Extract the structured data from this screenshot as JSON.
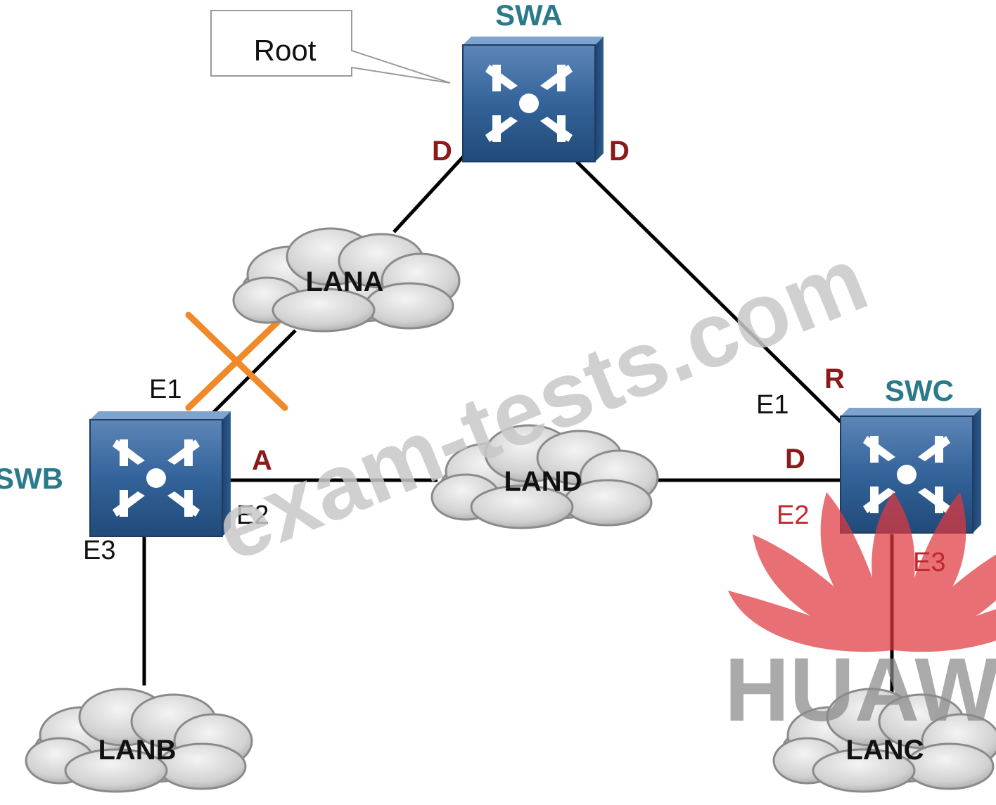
{
  "callout": {
    "text": "Root"
  },
  "switches": {
    "swa": {
      "name": "SWA"
    },
    "swb": {
      "name": "SWB"
    },
    "swc": {
      "name": "SWC"
    }
  },
  "lans": {
    "lana": "LANA",
    "lanb": "LANB",
    "lanc": "LANC",
    "land": "LAND"
  },
  "ports": {
    "swa_left_role": "D",
    "swa_right_role": "D",
    "swb_e1": "E1",
    "swb_e2": "E2",
    "swb_e3": "E3",
    "swb_e2_role": "A",
    "swc_e1": "E1",
    "swc_e1_role": "R",
    "swc_e2": "E2",
    "swc_e2_role": "D",
    "swc_e3": "E3"
  },
  "watermark": "exam-tests.com",
  "logo": {
    "text": "HUAWEI"
  },
  "colors": {
    "switch_body": "#2d5b8e",
    "switch_name": "#2a7a8c",
    "port_role": "#8b1a1a",
    "blocked_marker": "#f0892a",
    "logo_red": "#e0383e"
  }
}
